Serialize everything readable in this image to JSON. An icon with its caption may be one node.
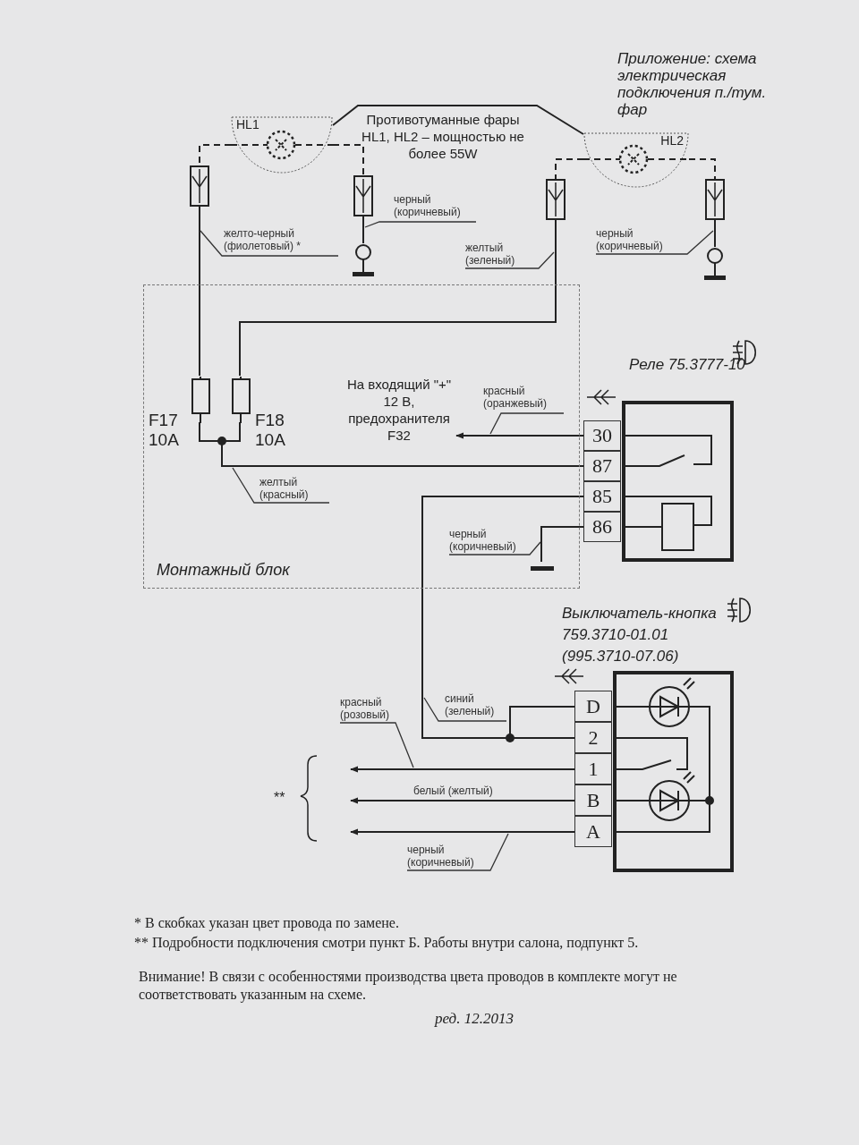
{
  "diagram": {
    "title": "Приложение: схема электрическая подключения п./тум. фар",
    "nodes": [
      {
        "text": [
          "Противотуманные фары HL1, HL2 – мощностью не более 55W"
        ]
      },
      {
        "text": [
          "HL1"
        ]
      },
      {
        "text": [
          "HL2"
        ]
      },
      {
        "text": [],
        "shape": "box"
      },
      {
        "text": [],
        "shape": "box"
      },
      {
        "text": [],
        "shape": "box"
      },
      {
        "text": [],
        "shape": "box"
      },
      {
        "text": [],
        "shape": "ground"
      },
      {
        "text": [],
        "shape": "ground"
      },
      {
        "text": [
          "Монтажный блок"
        ]
      },
      {
        "text": [
          "F17 10A"
        ],
        "in": 9
      },
      {
        "text": [
          "F18 10A"
        ],
        "in": 9
      },
      {
        "text": [
          "На входящий \"+\" 12 В, предохранителя F32"
        ],
        "in": 9
      },
      {
        "text": [
          "Реле 75.3777-10"
        ]
      },
      {
        "text": [
          "30"
        ]
      },
      {
        "text": [
          "87"
        ]
      },
      {
        "text": [
          "85"
        ]
      },
      {
        "text": [
          "86"
        ]
      },
      {
        "text": [],
        "shape": "ground",
        "in": 9
      },
      {
        "text": [
          "Выключатель-кнопка 759.3710-01.01 (995.3710-07.06)"
        ]
      },
      {
        "text": [
          "D"
        ]
      },
      {
        "text": [
          "2"
        ]
      },
      {
        "text": [
          "1"
        ]
      },
      {
        "text": [
          "B"
        ]
      },
      {
        "text": [
          "A"
        ]
      }
    ],
    "edges": [
      {
        "from": 0,
        "to": 1,
        "arrow": "none"
      },
      {
        "from": 0,
        "to": 2,
        "arrow": "none"
      },
      {
        "from": 1,
        "to": 3,
        "arrow": "none",
        "style": "dashed"
      },
      {
        "from": 1,
        "to": 4,
        "arrow": "none",
        "style": "dashed"
      },
      {
        "from": 2,
        "to": 5,
        "arrow": "none",
        "style": "dashed"
      },
      {
        "from": 2,
        "to": 6,
        "arrow": "none",
        "style": "dashed"
      },
      {
        "from": 3,
        "to": 10,
        "arrow": "none",
        "label": "желто-черный (фиолетовый) *"
      },
      {
        "from": 4,
        "to": 7,
        "arrow": "none",
        "label": "черный (коричневый)"
      },
      {
        "from": 5,
        "to": 11,
        "arrow": "none",
        "label": "желтый (зеленый)"
      },
      {
        "from": 6,
        "to": 8,
        "arrow": "none",
        "label": "черный (коричневый)"
      },
      {
        "from": 10,
        "to": 15,
        "arrow": "none",
        "label": "желтый (красный)"
      },
      {
        "from": 11,
        "to": 15,
        "arrow": "none"
      },
      {
        "from": 14,
        "to": 12,
        "arrow": "to",
        "label": "красный (оранжевый)"
      },
      {
        "from": 17,
        "to": 18,
        "arrow": "none",
        "label": "черный (коричневый)"
      },
      {
        "from": 16,
        "to": 21,
        "arrow": "none",
        "label": "синий (зеленый)"
      },
      {
        "from": 16,
        "to": 20,
        "arrow": "none"
      },
      {
        "from": 22,
        "to": null,
        "arrow": "to",
        "label": "красный (розовый)"
      },
      {
        "from": 23,
        "to": null,
        "arrow": "to",
        "label": "белый (желтый)"
      },
      {
        "from": 24,
        "to": null,
        "arrow": "to",
        "label": "черный (коричневый)"
      }
    ],
    "labels": [
      "**",
      "* В скобках указан цвет провода по замене.",
      "** Подробности подключения смотри пункт Б. Работы внутри салона, подпункт 5.",
      "Внимание! В связи с особенностями производства цвета проводов в комплекте могут не соответствовать указанным на схеме.",
      "ред. 12.2013"
    ]
  }
}
